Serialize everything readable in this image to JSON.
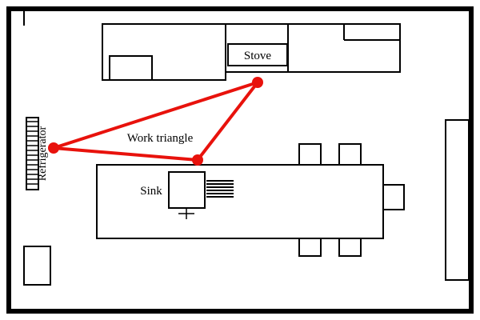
{
  "diagram": {
    "type": "kitchen-floor-plan",
    "labels": {
      "stove": "Stove",
      "work_triangle": "Work triangle",
      "sink": "Sink",
      "refrigerator": "Refrigerator"
    },
    "colors": {
      "triangle": "#e8120c",
      "wall": "#000000",
      "background": "#ffffff"
    }
  }
}
